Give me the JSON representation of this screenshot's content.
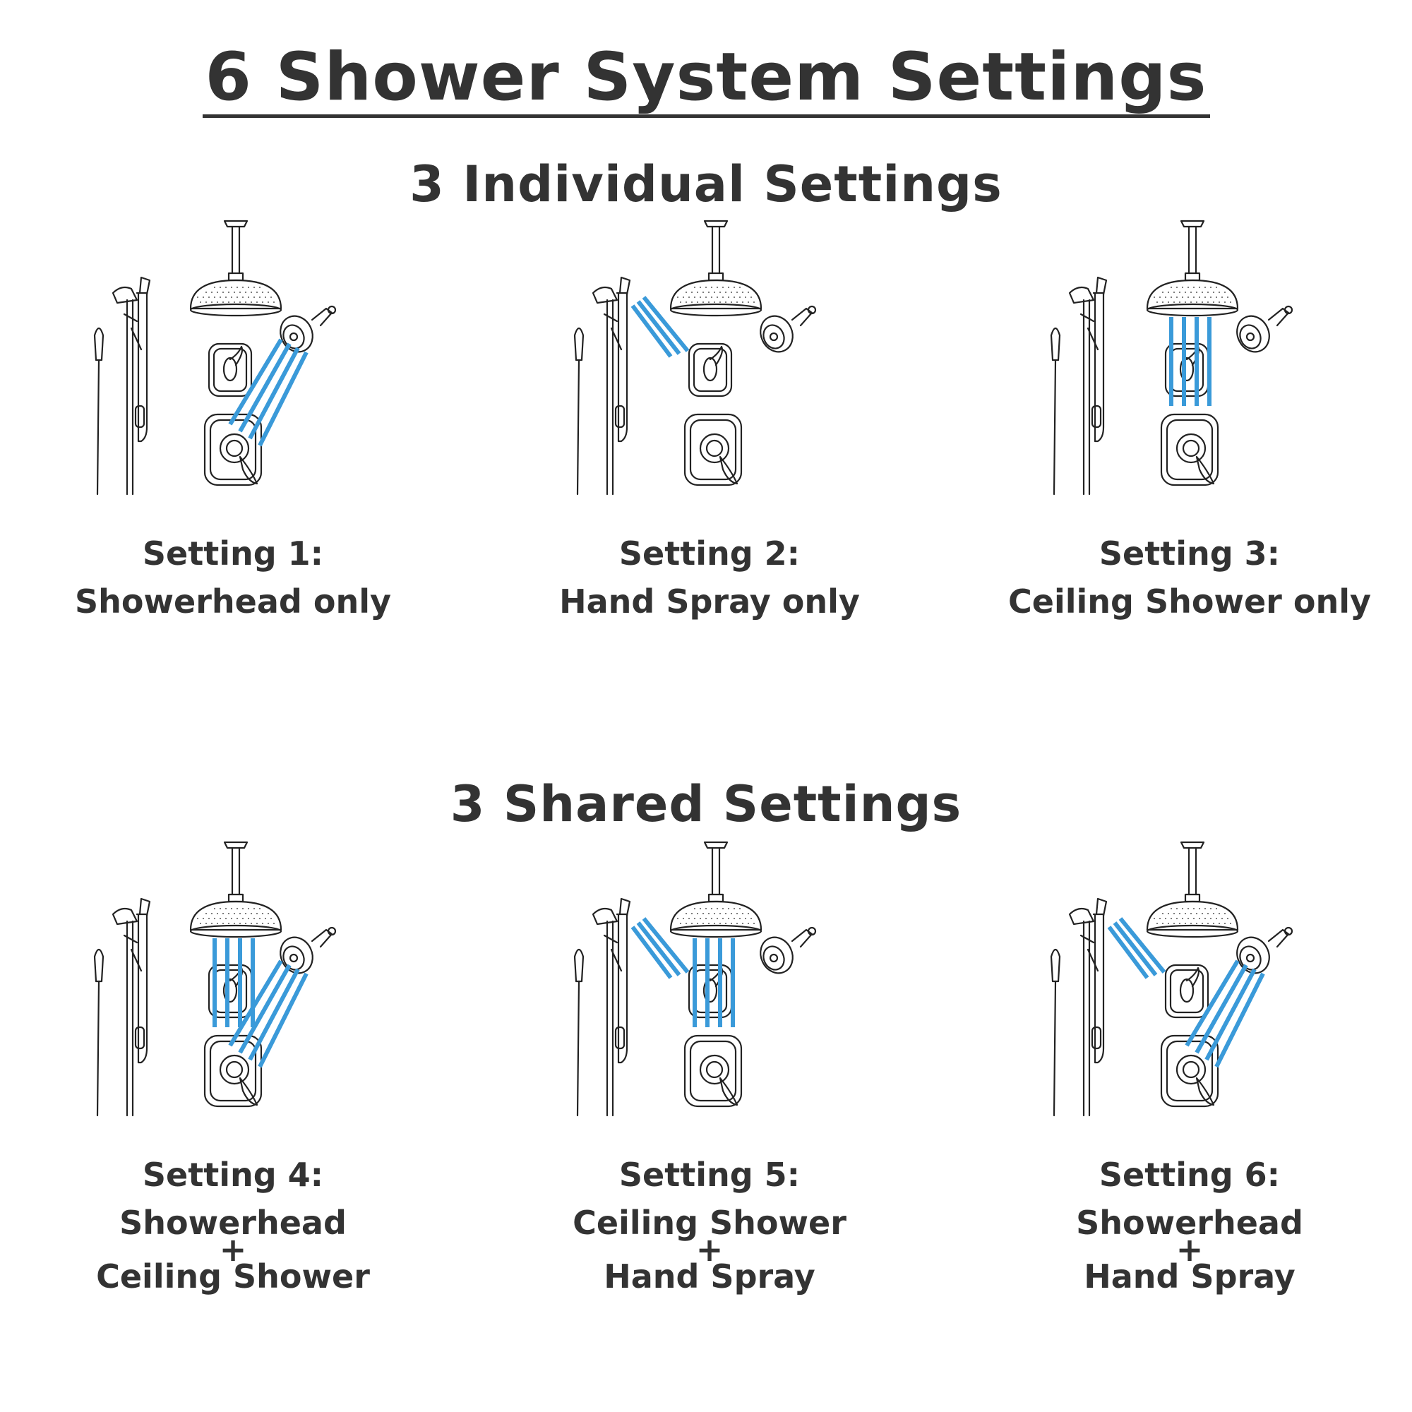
{
  "title": "6 Shower System Settings",
  "individual": {
    "heading": "3 Individual Settings",
    "settings": [
      {
        "label": "Setting 1:",
        "line1": "Showerhead only",
        "sprays": [
          "showerhead"
        ]
      },
      {
        "label": "Setting 2:",
        "line1": "Hand Spray only",
        "sprays": [
          "handspray"
        ]
      },
      {
        "label": "Setting 3:",
        "line1": "Ceiling Shower only",
        "sprays": [
          "ceiling"
        ]
      }
    ]
  },
  "shared": {
    "heading": "3 Shared Settings",
    "settings": [
      {
        "label": "Setting 4:",
        "line1": "Showerhead",
        "plus": "+",
        "line2": "Ceiling Shower",
        "sprays": [
          "showerhead",
          "ceiling"
        ]
      },
      {
        "label": "Setting 5:",
        "line1": "Ceiling Shower",
        "plus": "+",
        "line2": "Hand Spray",
        "sprays": [
          "ceiling",
          "handspray"
        ]
      },
      {
        "label": "Setting 6:",
        "line1": "Showerhead",
        "plus": "+",
        "line2": "Hand Spray",
        "sprays": [
          "showerhead",
          "handspray"
        ]
      }
    ]
  },
  "colors": {
    "spray": "#3a9ad9",
    "line": "#222222",
    "text": "#333333"
  }
}
